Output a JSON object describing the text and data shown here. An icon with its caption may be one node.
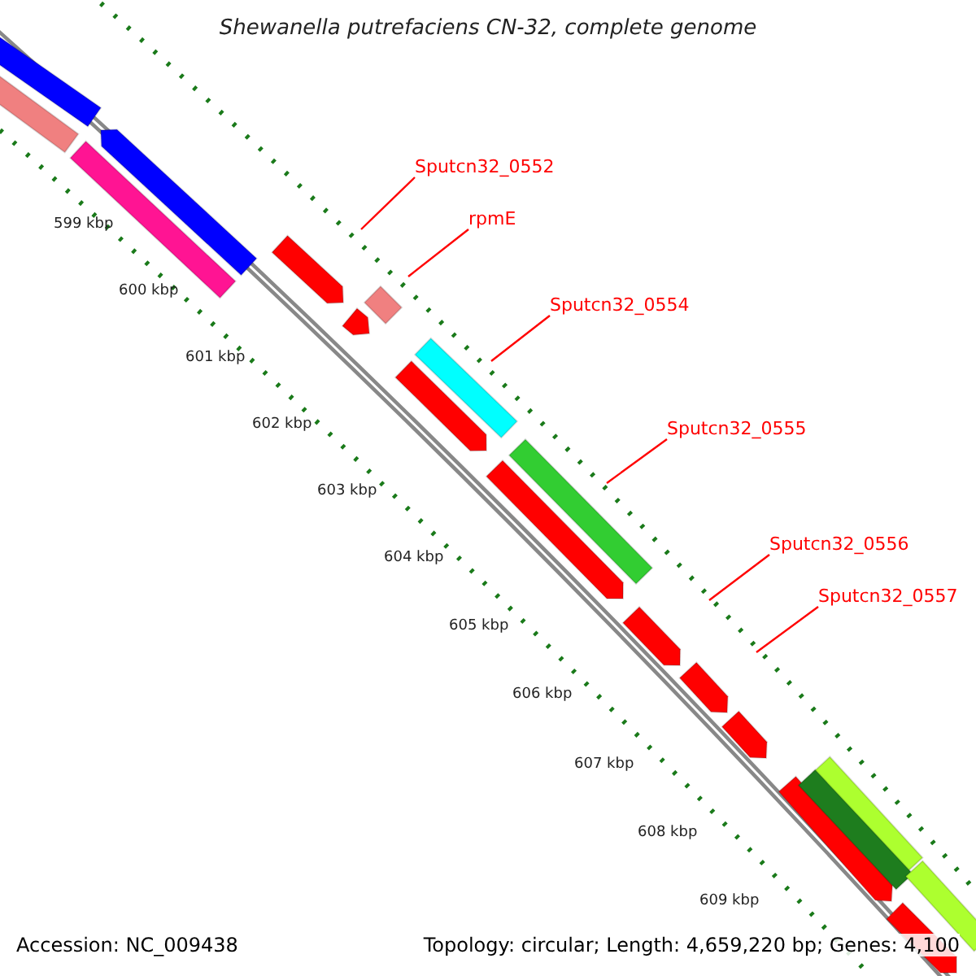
{
  "diagram": {
    "title": "Shewanella putrefaciens CN-32, complete genome",
    "nodes": [
      {
        "text": [],
        "shape": "bar"
      },
      {
        "text": [],
        "shape": "bar"
      },
      {
        "text": [],
        "shape": "bar"
      },
      {
        "text": [],
        "shape": "bar"
      },
      {
        "text": [],
        "shape": "bar"
      },
      {
        "text": [],
        "shape": "bar"
      },
      {
        "text": [],
        "shape": "bar"
      },
      {
        "text": [],
        "shape": "bar"
      },
      {
        "text": [],
        "shape": "bar"
      },
      {
        "text": [],
        "shape": "bar"
      },
      {
        "text": [],
        "shape": "bar"
      },
      {
        "text": [],
        "shape": "bar"
      },
      {
        "text": [],
        "shape": "bar"
      },
      {
        "text": [],
        "shape": "bar"
      },
      {
        "text": [],
        "shape": "bar"
      },
      {
        "text": [],
        "shape": "bar"
      },
      {
        "text": [],
        "shape": "bar"
      },
      {
        "text": [],
        "shape": "bar"
      },
      {
        "text": [],
        "shape": "bar"
      },
      {
        "text": [
          "Sputcn32_0552"
        ]
      },
      {
        "text": [
          "rpmE"
        ]
      },
      {
        "text": [
          "Sputcn32_0554"
        ]
      },
      {
        "text": [
          "Sputcn32_0555"
        ]
      },
      {
        "text": [
          "Sputcn32_0556"
        ]
      },
      {
        "text": [
          "Sputcn32_0557"
        ]
      }
    ],
    "edges": [
      {
        "from": 19,
        "to": 4,
        "arrow": "none"
      },
      {
        "from": 20,
        "to": 6,
        "arrow": "none"
      },
      {
        "from": 21,
        "to": 7,
        "arrow": "none"
      },
      {
        "from": 22,
        "to": 9,
        "arrow": "none"
      },
      {
        "from": 23,
        "to": 11,
        "arrow": "none"
      },
      {
        "from": 24,
        "to": 12,
        "arrow": "none"
      }
    ],
    "labels": [
      "599 kbp",
      "600 kbp",
      "601 kbp",
      "602 kbp",
      "603 kbp",
      "604 kbp",
      "605 kbp",
      "606 kbp",
      "607 kbp",
      "608 kbp",
      "609 kbp",
      "Accession: NC_009438",
      "Topology: circular; Length: 4,659,220 bp; Genes: 4,100"
    ]
  }
}
